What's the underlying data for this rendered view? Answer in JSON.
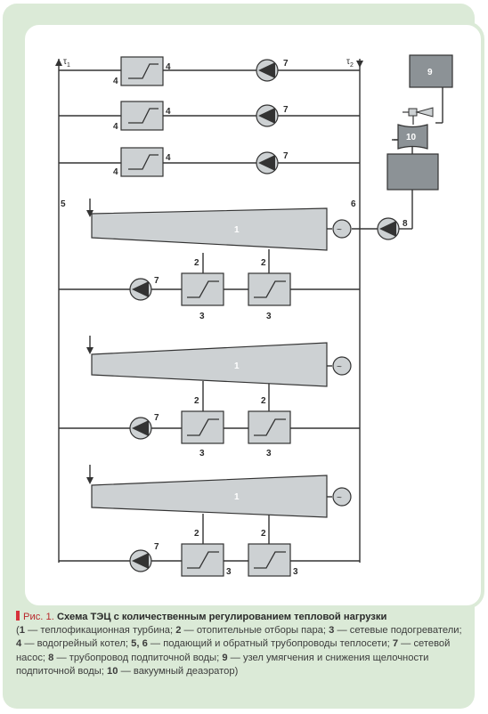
{
  "diagram": {
    "temp_labels": {
      "t1": "τ",
      "t1_sub": "1",
      "t2": "τ",
      "t2_sub": "2"
    },
    "heater_label": "4",
    "pump_label": "7",
    "line_labels": {
      "supply": "5",
      "return": "6"
    },
    "turbine_label": "1",
    "extraction_label": "2",
    "network_heater_label": "3",
    "makeup_pipe_label": "8",
    "softening_unit_label": "9",
    "deaerator_label": "10",
    "generator_symbol": "~"
  },
  "caption": {
    "fig_label": "Рис. 1.",
    "title": "Схема ТЭЦ с количественным регулированием тепловой нагрузки",
    "legend": [
      {
        "num": "1",
        "text": " — теплофикационная турбина; "
      },
      {
        "num": "2",
        "text": " — отопительные отборы пара; "
      },
      {
        "num": "3",
        "text": " — сетевые подогреватели; "
      },
      {
        "num": "4",
        "text": " — водогрейный котел; "
      },
      {
        "num": "5, 6",
        "text": " — подающий и обратный трубопроводы теплосети; "
      },
      {
        "num": "7",
        "text": " — сетевой насос; "
      },
      {
        "num": "8",
        "text": " — трубопровод подпиточной воды; "
      },
      {
        "num": "9",
        "text": " — узел умягчения и снижения щелочности подпиточной воды; "
      },
      {
        "num": "10",
        "text": " — вакуумный деаэратор)"
      }
    ]
  },
  "colors": {
    "frame": "#dbead7",
    "box_fill": "#cdd1d3",
    "dark_fill": "#8c9296",
    "stroke": "#333333",
    "accent": "#d6323a"
  }
}
